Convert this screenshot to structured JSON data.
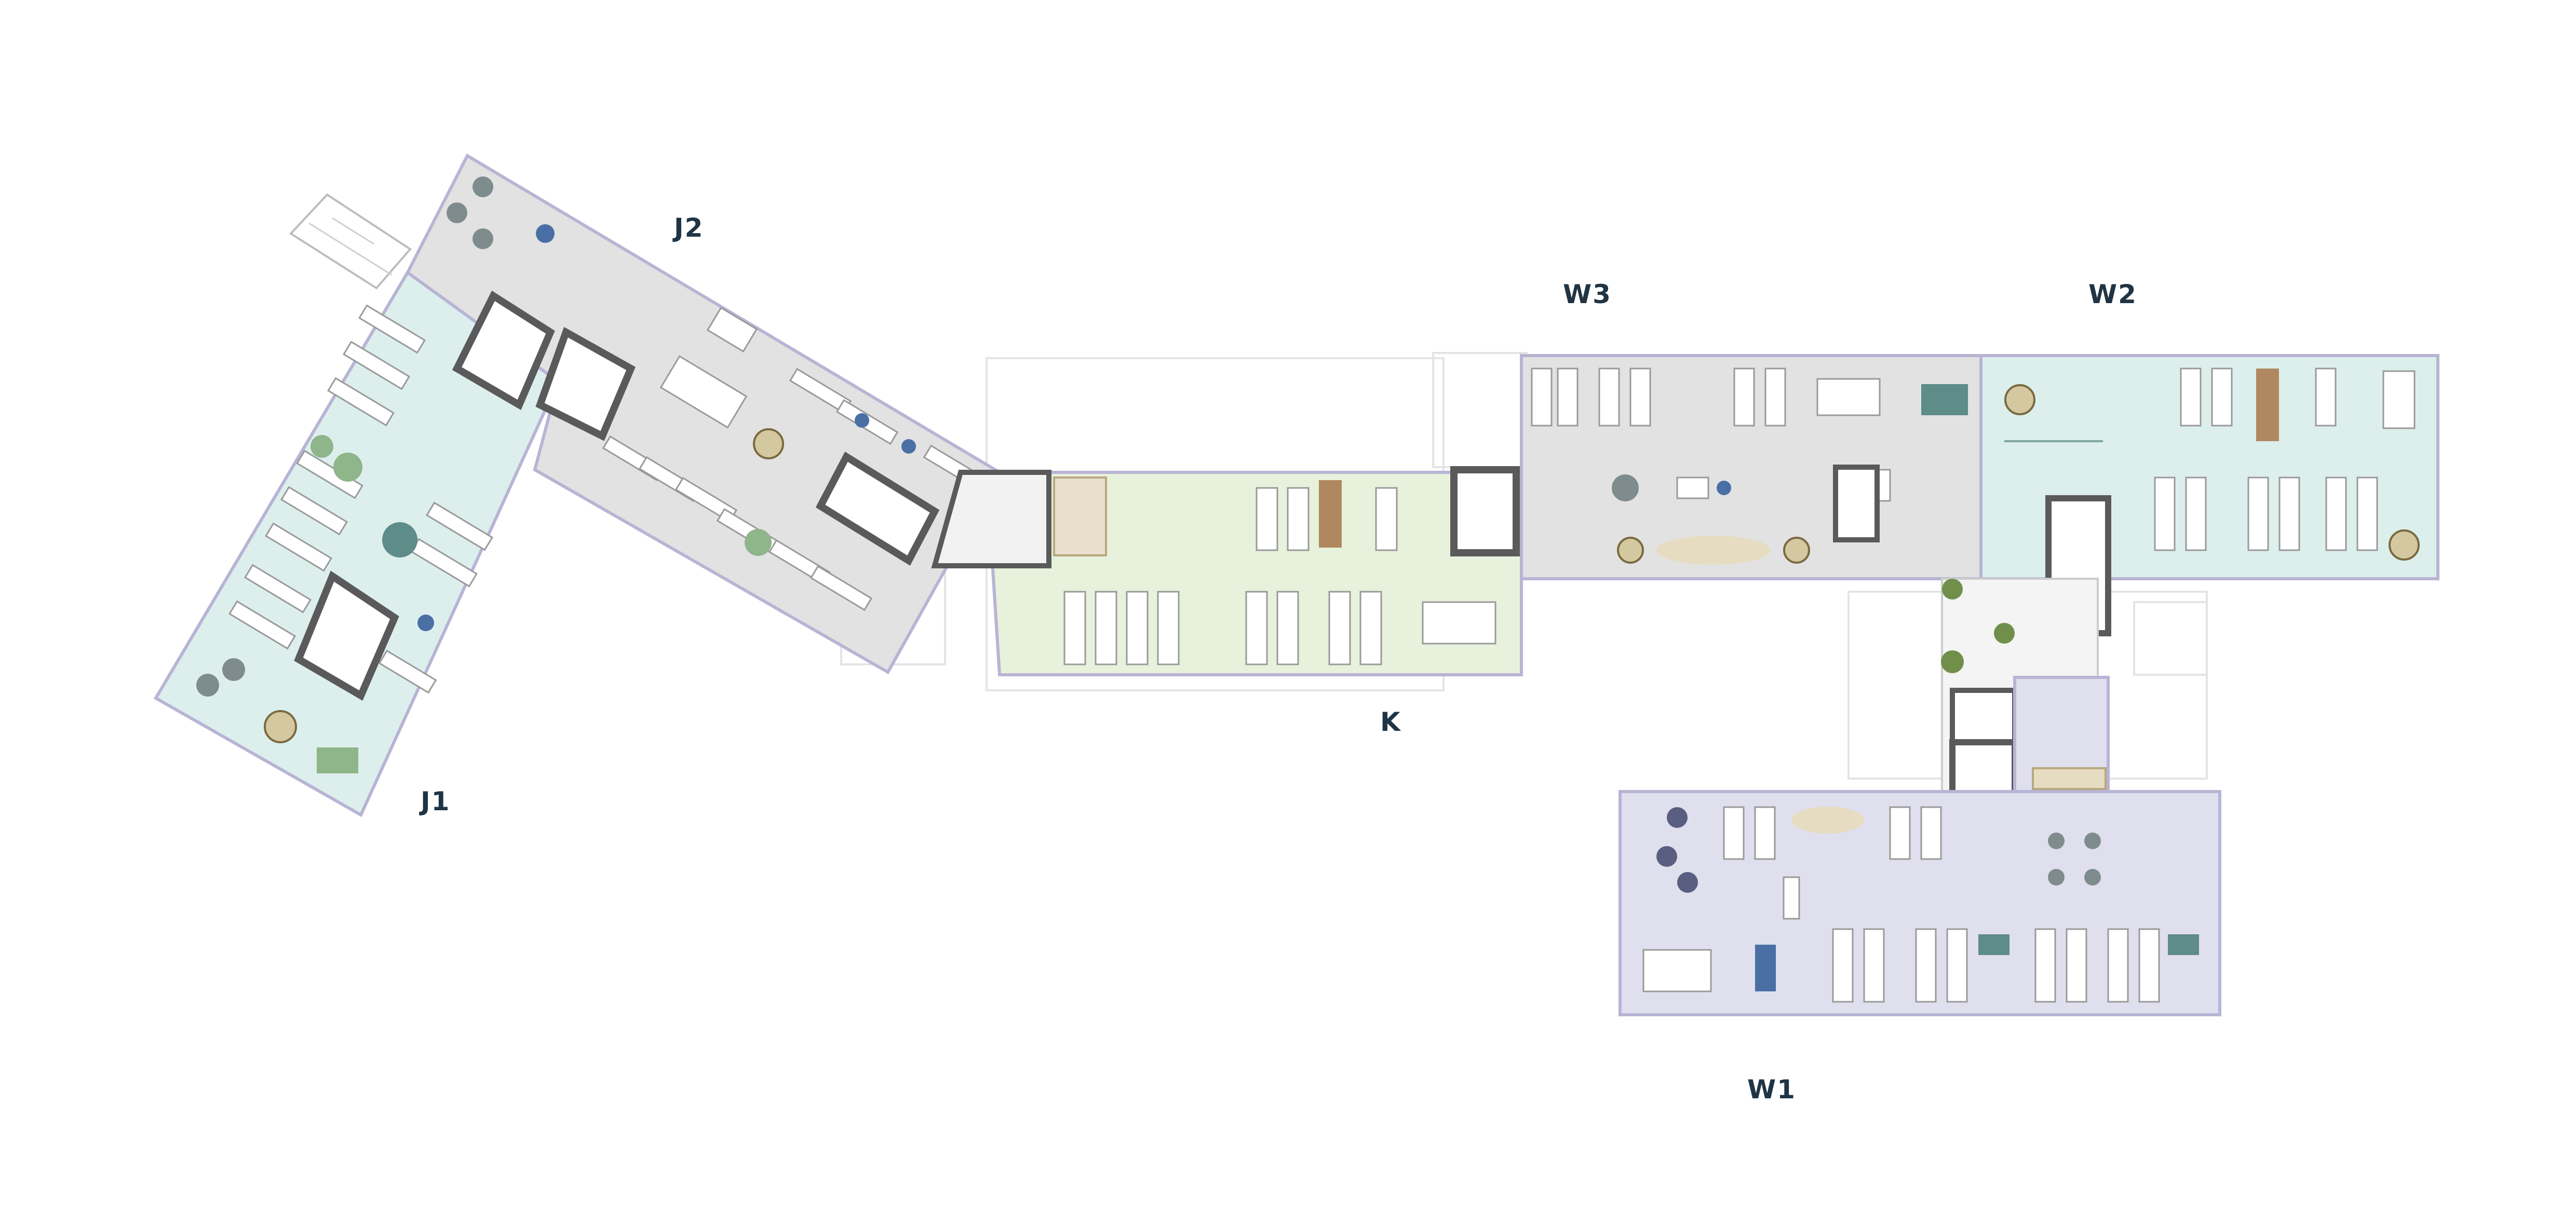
{
  "zones": {
    "j1": {
      "label": "J1",
      "color": "#dcefec"
    },
    "j2": {
      "label": "J2",
      "color": "#e2e2e2"
    },
    "k": {
      "label": "K",
      "color": "#e7f1dc"
    },
    "w3": {
      "label": "W3",
      "color": "#e2e2e2"
    },
    "w2": {
      "label": "W2",
      "color": "#dcefec"
    },
    "w1": {
      "label": "W1",
      "color": "#e0dfee"
    }
  },
  "colors": {
    "wall": "#5a5a5a",
    "outline": "#b8b4d4",
    "label": "#1f3444",
    "chair": "#8a9a5b",
    "accent_blue": "#4a6fa5",
    "accent_teal": "#5e8c88",
    "desk": "#ffffff",
    "wood": "#b08860"
  }
}
